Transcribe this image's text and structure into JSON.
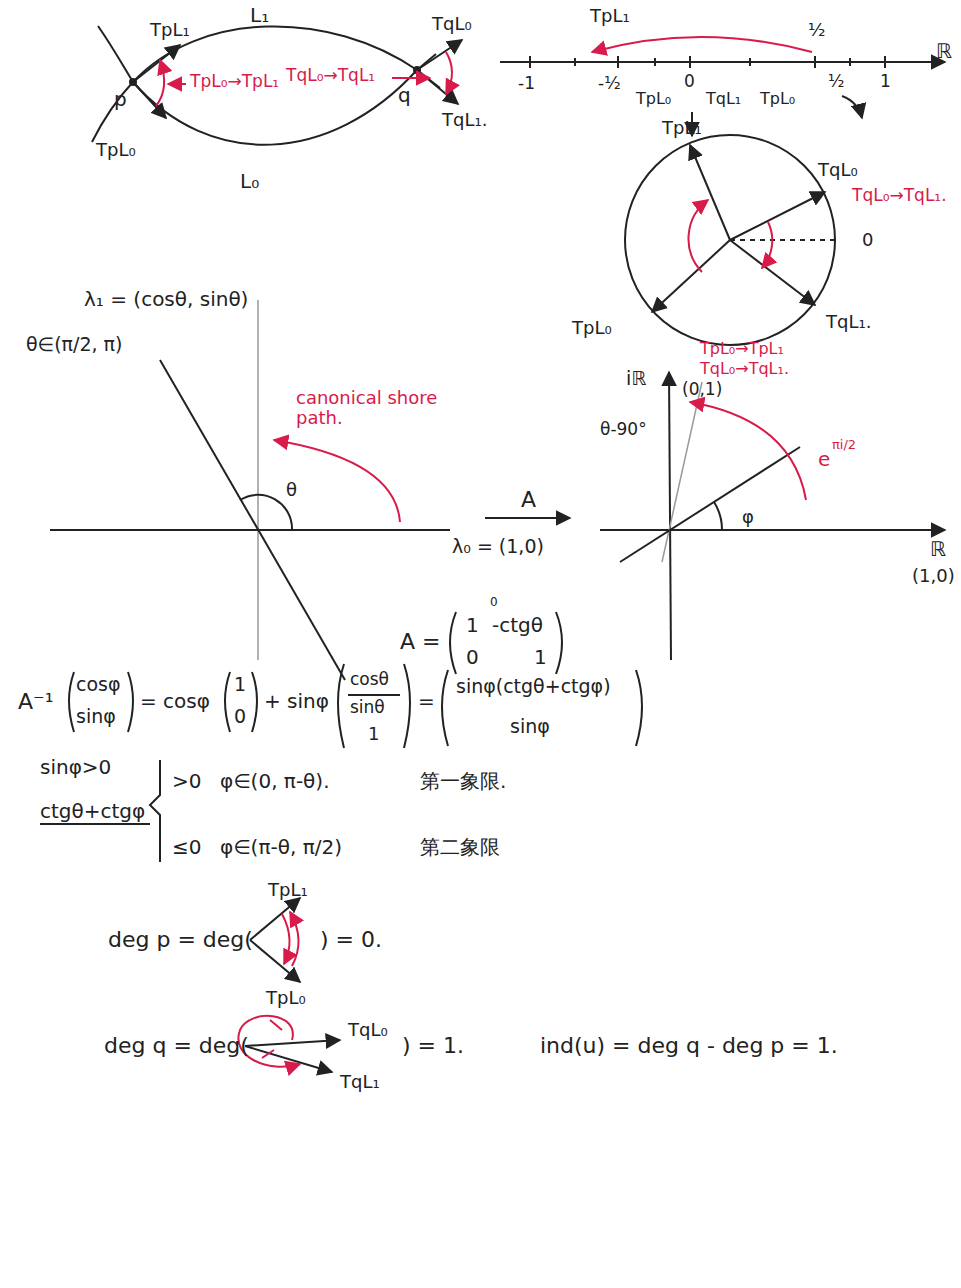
{
  "diagram": {
    "labels": [
      "L₁",
      "TpL₁",
      "TpL₀→TpL₁",
      "p",
      "TpL₀",
      "L₀",
      "q",
      "TqL₀",
      "TqL₀→TqL₁",
      "TqL₁.",
      "TpL₁",
      "½",
      "-1",
      "-½",
      "TpL₀",
      "0",
      "TqL₁",
      "TpL₀",
      "½",
      "1",
      "ℝ",
      "TpL₁",
      "TqL₀",
      "TqL₀→TqL₁.",
      "0",
      "TqL₁.",
      "TpL₀",
      "λ₁ = (cosθ, sinθ)",
      "θ∈(π/2, π)",
      "canonical shore path.",
      "θ",
      "λ₀ = (1,0)",
      "A",
      "TpL₀→TpL₁",
      "TqL₀→TqL₁.",
      "iℝ",
      "(0,1)",
      "θ-90°",
      "e",
      "πi/2",
      "φ",
      "ℝ",
      "(1,0)",
      "A =",
      "0",
      "1",
      "-ctgθ",
      "0",
      "1",
      "A⁻¹",
      "cosφ",
      "sinφ",
      "= cosφ",
      "1",
      "0",
      "+ sinφ",
      "cosθ",
      "sinθ",
      "1",
      "=",
      "sinφ(ctgθ+ctgφ)",
      "sinφ",
      "sinφ>0",
      "ctgθ+ctgφ",
      ">0",
      "φ∈(0, π-θ).",
      "第一象限.",
      "≤0",
      "φ∈(π-θ, π/2)",
      "第二象限",
      "deg p = deg(",
      "TpL₁",
      "TpL₀",
      ") = 0.",
      "deg q = deg(",
      "TqL₀",
      "TqL₁",
      ") = 1.",
      "ind(u) = deg q - deg p = 1."
    ]
  }
}
